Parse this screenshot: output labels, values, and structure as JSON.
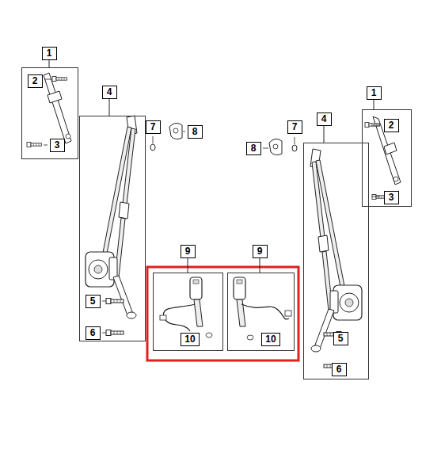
{
  "diagram": {
    "nodes": [
      {
        "text": [
          "1"
        ]
      },
      {
        "text": [
          "2"
        ],
        "in": 0
      },
      {
        "text": [
          "3"
        ],
        "in": 0
      },
      {
        "text": [
          "4"
        ]
      },
      {
        "text": [
          "5"
        ],
        "in": 3
      },
      {
        "text": [
          "6"
        ],
        "in": 3
      },
      {
        "text": [
          "7"
        ]
      },
      {
        "text": [
          "8"
        ]
      },
      {
        "text": [
          "7"
        ]
      },
      {
        "text": [
          "8"
        ]
      },
      {
        "text": [
          "1"
        ]
      },
      {
        "text": [
          "2"
        ],
        "in": 10
      },
      {
        "text": [
          "3"
        ],
        "in": 10
      },
      {
        "text": [
          "4"
        ]
      },
      {
        "text": [
          "5"
        ],
        "in": 13
      },
      {
        "text": [
          "6"
        ],
        "in": 13
      },
      {
        "text": [
          "9"
        ]
      },
      {
        "text": [
          "10"
        ],
        "in": 16
      },
      {
        "text": [
          "9"
        ]
      },
      {
        "text": [
          "10"
        ],
        "in": 18
      }
    ]
  }
}
